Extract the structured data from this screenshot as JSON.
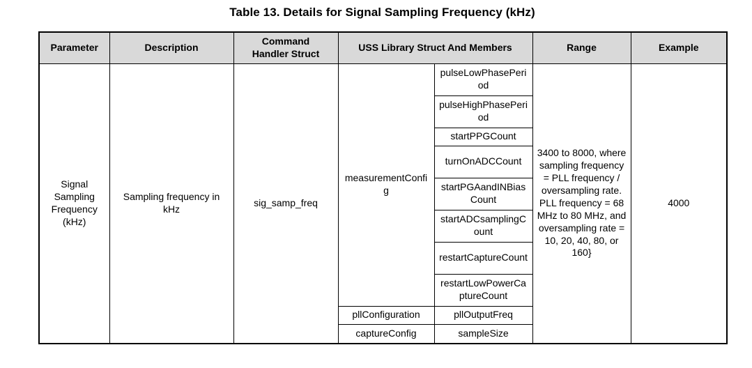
{
  "title": "Table 13. Details for Signal Sampling Frequency (kHz)",
  "colors": {
    "header_background": "#d9d9d9",
    "border": "#000000",
    "text": "#000000"
  },
  "table": {
    "headers": {
      "parameter": "Parameter",
      "description": "Description",
      "command_handler_struct": "Command\nHandler Struct",
      "uss_library": "USS Library Struct And Members",
      "range": "Range",
      "example": "Example"
    },
    "row": {
      "parameter": "Signal Sampling Frequency (kHz)",
      "description": "Sampling frequency in kHz",
      "command_handler_struct": "sig_samp_freq",
      "uss_structs": [
        {
          "struct": "measurementConfig",
          "members": [
            "pulseLowPhasePeriod",
            "pulseHighPhasePeriod",
            "startPPGCount",
            "turnOnADCCount",
            "startPGAandINBiasCount",
            "startADCsamplingCount",
            "restartCaptureCount",
            "restartLowPowerCaptureCount"
          ]
        },
        {
          "struct": "pllConfiguration",
          "members": [
            "pllOutputFreq"
          ]
        },
        {
          "struct": "captureConfig",
          "members": [
            "sampleSize"
          ]
        }
      ],
      "range": "3400 to 8000, where sampling frequency = PLL frequency / oversampling rate.\nPLL frequency = 68 MHz to 80 MHz, and oversampling rate = 10, 20, 40, 80, or 160}",
      "example": "4000"
    }
  }
}
